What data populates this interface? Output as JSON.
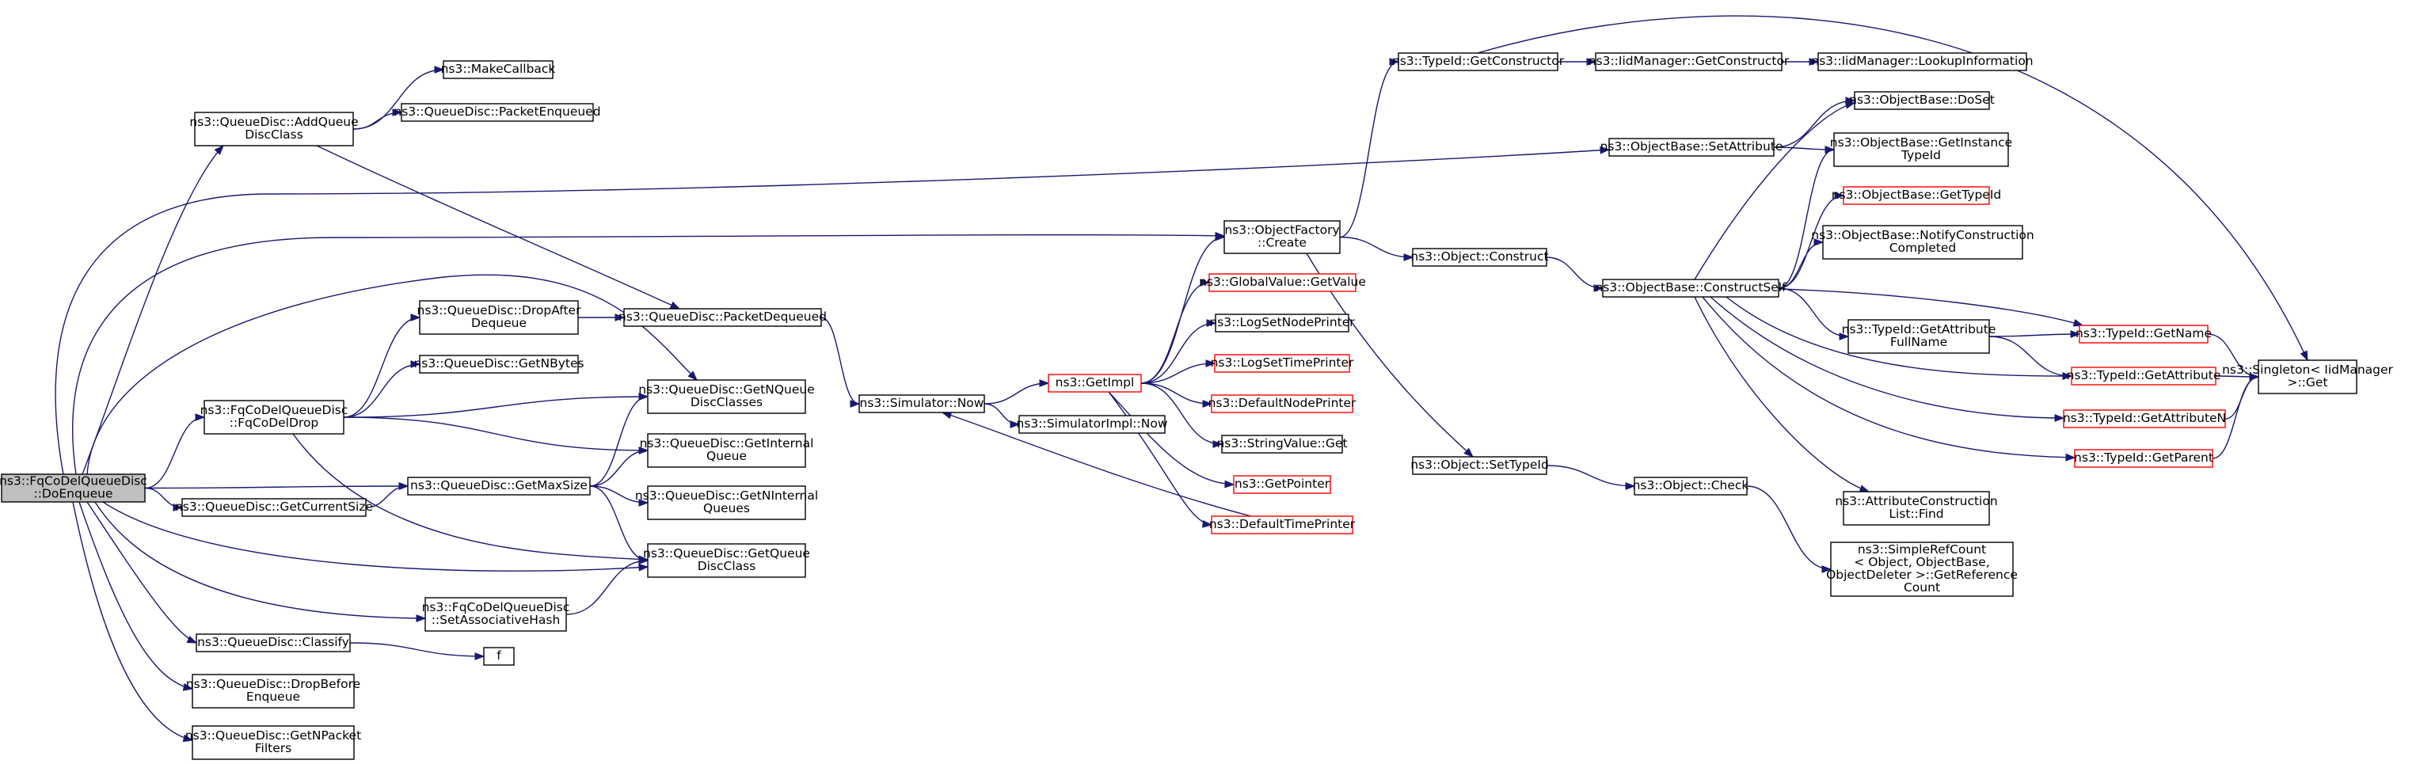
{
  "diagram": {
    "nodes": [
      {
        "id": "n0",
        "lines": [
          "ns3::FqCoDelQueueDisc",
          "::DoEnqueue"
        ],
        "style": "root"
      },
      {
        "id": "n1",
        "lines": [
          "ns3::QueueDisc::AddQueue",
          "DiscClass"
        ],
        "style": "black"
      },
      {
        "id": "n2",
        "lines": [
          "ns3::MakeCallback"
        ],
        "style": "black"
      },
      {
        "id": "n3",
        "lines": [
          "ns3::QueueDisc::PacketEnqueued"
        ],
        "style": "black"
      },
      {
        "id": "n4",
        "lines": [
          "ns3::QueueDisc::PacketDequeued"
        ],
        "style": "black"
      },
      {
        "id": "n5",
        "lines": [
          "ns3::Simulator::Now"
        ],
        "style": "black"
      },
      {
        "id": "n6",
        "lines": [
          "ns3::GetImpl"
        ],
        "style": "red"
      },
      {
        "id": "n7",
        "lines": [
          "ns3::ObjectFactory",
          "::Create"
        ],
        "style": "black"
      },
      {
        "id": "n8",
        "lines": [
          "ns3::TypeId::GetConstructor"
        ],
        "style": "black"
      },
      {
        "id": "n9",
        "lines": [
          "ns3::IidManager::GetConstructor"
        ],
        "style": "black"
      },
      {
        "id": "n10",
        "lines": [
          "ns3::IidManager::LookupInformation"
        ],
        "style": "black"
      },
      {
        "id": "n11",
        "lines": [
          "ns3::Singleton< IidManager",
          ">::Get"
        ],
        "style": "black"
      },
      {
        "id": "n12",
        "lines": [
          "ns3::Object::Construct"
        ],
        "style": "black"
      },
      {
        "id": "n13",
        "lines": [
          "ns3::ObjectBase::ConstructSelf"
        ],
        "style": "black"
      },
      {
        "id": "n14",
        "lines": [
          "ns3::AttributeConstruction",
          "List::Find"
        ],
        "style": "black"
      },
      {
        "id": "n15",
        "lines": [
          "ns3::ObjectBase::DoSet"
        ],
        "style": "black"
      },
      {
        "id": "n16",
        "lines": [
          "ns3::ObjectBase::GetInstance",
          "TypeId"
        ],
        "style": "black"
      },
      {
        "id": "n17",
        "lines": [
          "ns3::ObjectBase::GetTypeId"
        ],
        "style": "red"
      },
      {
        "id": "n18",
        "lines": [
          "ns3::ObjectBase::NotifyConstruction",
          "Completed"
        ],
        "style": "black"
      },
      {
        "id": "n19",
        "lines": [
          "ns3::TypeId::GetAttribute"
        ],
        "style": "red"
      },
      {
        "id": "n20",
        "lines": [
          "ns3::TypeId::GetAttribute",
          "FullName"
        ],
        "style": "black"
      },
      {
        "id": "n21",
        "lines": [
          "ns3::TypeId::GetName"
        ],
        "style": "red"
      },
      {
        "id": "n22",
        "lines": [
          "ns3::TypeId::GetAttributeN"
        ],
        "style": "red"
      },
      {
        "id": "n23",
        "lines": [
          "ns3::TypeId::GetParent"
        ],
        "style": "red"
      },
      {
        "id": "n24",
        "lines": [
          "ns3::Object::SetTypeId"
        ],
        "style": "black"
      },
      {
        "id": "n25",
        "lines": [
          "ns3::Object::Check"
        ],
        "style": "black"
      },
      {
        "id": "n26",
        "lines": [
          "ns3::SimpleRefCount",
          "< Object, ObjectBase,",
          "ObjectDeleter >::GetReference",
          "Count"
        ],
        "style": "black"
      },
      {
        "id": "n27",
        "lines": [
          "ns3::GlobalValue::GetValue"
        ],
        "style": "red"
      },
      {
        "id": "n28",
        "lines": [
          "ns3::LogSetNodePrinter"
        ],
        "style": "black"
      },
      {
        "id": "n29",
        "lines": [
          "ns3::LogSetTimePrinter"
        ],
        "style": "red"
      },
      {
        "id": "n30",
        "lines": [
          "ns3::DefaultNodePrinter"
        ],
        "style": "red"
      },
      {
        "id": "n31",
        "lines": [
          "ns3::StringValue::Get"
        ],
        "style": "black"
      },
      {
        "id": "n32",
        "lines": [
          "ns3::GetPointer"
        ],
        "style": "red"
      },
      {
        "id": "n33",
        "lines": [
          "ns3::DefaultTimePrinter"
        ],
        "style": "red"
      },
      {
        "id": "n34",
        "lines": [
          "ns3::SimulatorImpl::Now"
        ],
        "style": "black"
      },
      {
        "id": "n35",
        "lines": [
          "ns3::ObjectBase::SetAttribute"
        ],
        "style": "black"
      },
      {
        "id": "n36",
        "lines": [
          "ns3::QueueDisc::GetNQueue",
          "DiscClasses"
        ],
        "style": "black"
      },
      {
        "id": "n37",
        "lines": [
          "ns3::FqCoDelQueueDisc",
          "::FqCoDelDrop"
        ],
        "style": "black"
      },
      {
        "id": "n38",
        "lines": [
          "ns3::QueueDisc::DropAfter",
          "Dequeue"
        ],
        "style": "black"
      },
      {
        "id": "n39",
        "lines": [
          "ns3::QueueDisc::GetNBytes"
        ],
        "style": "black"
      },
      {
        "id": "n40",
        "lines": [
          "ns3::QueueDisc::GetInternal",
          "Queue"
        ],
        "style": "black"
      },
      {
        "id": "n41",
        "lines": [
          "ns3::QueueDisc::GetQueue",
          "DiscClass"
        ],
        "style": "black"
      },
      {
        "id": "n42",
        "lines": [
          "ns3::QueueDisc::GetCurrentSize"
        ],
        "style": "black"
      },
      {
        "id": "n43",
        "lines": [
          "ns3::QueueDisc::GetMaxSize"
        ],
        "style": "black"
      },
      {
        "id": "n44",
        "lines": [
          "ns3::QueueDisc::GetNInternal",
          "Queues"
        ],
        "style": "black"
      },
      {
        "id": "n45",
        "lines": [
          "ns3::FqCoDelQueueDisc",
          "::SetAssociativeHash"
        ],
        "style": "black"
      },
      {
        "id": "n46",
        "lines": [
          "ns3::QueueDisc::Classify"
        ],
        "style": "black"
      },
      {
        "id": "n47",
        "lines": [
          "f"
        ],
        "style": "black"
      },
      {
        "id": "n48",
        "lines": [
          "ns3::QueueDisc::DropBefore",
          "Enqueue"
        ],
        "style": "black"
      },
      {
        "id": "n49",
        "lines": [
          "ns3::QueueDisc::GetNPacket",
          "Filters"
        ],
        "style": "black"
      }
    ],
    "edges": [
      [
        "n0",
        "n1"
      ],
      [
        "n1",
        "n2"
      ],
      [
        "n1",
        "n3"
      ],
      [
        "n1",
        "n4"
      ],
      [
        "n4",
        "n5"
      ],
      [
        "n5",
        "n6"
      ],
      [
        "n6",
        "n7"
      ],
      [
        "n7",
        "n8"
      ],
      [
        "n8",
        "n9"
      ],
      [
        "n9",
        "n10"
      ],
      [
        "n8",
        "n11"
      ],
      [
        "n7",
        "n12"
      ],
      [
        "n12",
        "n13"
      ],
      [
        "n13",
        "n14"
      ],
      [
        "n13",
        "n15"
      ],
      [
        "n13",
        "n16"
      ],
      [
        "n13",
        "n17"
      ],
      [
        "n13",
        "n18"
      ],
      [
        "n13",
        "n19"
      ],
      [
        "n19",
        "n11"
      ],
      [
        "n13",
        "n20"
      ],
      [
        "n20",
        "n19"
      ],
      [
        "n20",
        "n21"
      ],
      [
        "n21",
        "n11"
      ],
      [
        "n13",
        "n22"
      ],
      [
        "n22",
        "n11"
      ],
      [
        "n13",
        "n23"
      ],
      [
        "n23",
        "n11"
      ],
      [
        "n13",
        "n21"
      ],
      [
        "n7",
        "n24"
      ],
      [
        "n24",
        "n25"
      ],
      [
        "n25",
        "n26"
      ],
      [
        "n6",
        "n27"
      ],
      [
        "n6",
        "n28"
      ],
      [
        "n6",
        "n29"
      ],
      [
        "n6",
        "n30"
      ],
      [
        "n6",
        "n31"
      ],
      [
        "n6",
        "n32"
      ],
      [
        "n6",
        "n33"
      ],
      [
        "n33",
        "n5"
      ],
      [
        "n5",
        "n34"
      ],
      [
        "n0",
        "n35"
      ],
      [
        "n35",
        "n15"
      ],
      [
        "n35",
        "n16"
      ],
      [
        "n0",
        "n7"
      ],
      [
        "n0",
        "n36"
      ],
      [
        "n0",
        "n37"
      ],
      [
        "n37",
        "n38"
      ],
      [
        "n38",
        "n4"
      ],
      [
        "n37",
        "n39"
      ],
      [
        "n37",
        "n36"
      ],
      [
        "n37",
        "n40"
      ],
      [
        "n37",
        "n41"
      ],
      [
        "n0",
        "n42"
      ],
      [
        "n0",
        "n43"
      ],
      [
        "n43",
        "n36"
      ],
      [
        "n43",
        "n40"
      ],
      [
        "n43",
        "n44"
      ],
      [
        "n43",
        "n41"
      ],
      [
        "n42",
        "n43"
      ],
      [
        "n0",
        "n41"
      ],
      [
        "n0",
        "n45"
      ],
      [
        "n45",
        "n41"
      ],
      [
        "n0",
        "n46"
      ],
      [
        "n46",
        "n47"
      ],
      [
        "n0",
        "n48"
      ],
      [
        "n0",
        "n49"
      ]
    ]
  }
}
